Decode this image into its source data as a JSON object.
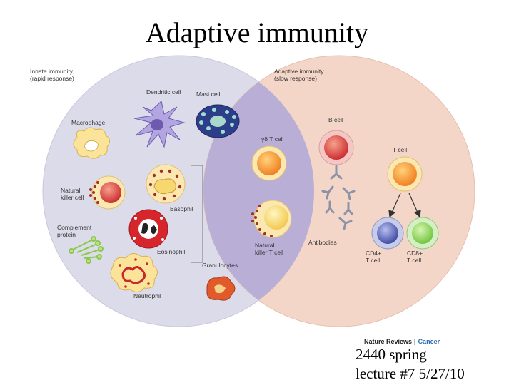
{
  "title": "Adaptive immunity",
  "diagram": {
    "innate_heading": [
      "Innate immunity",
      "(rapid response)"
    ],
    "adaptive_heading": [
      "Adaptive immunity",
      "(slow response)"
    ],
    "labels": {
      "dendritic_cell": "Dendritic cell",
      "mast_cell": "Mast cell",
      "macrophage": "Macrophage",
      "gamma_delta_t_cell": "γδ T cell",
      "b_cell": "B cell",
      "t_cell": "T cell",
      "natural_killer_cell": [
        "Natural",
        "killer cell"
      ],
      "basophil": "Basophil",
      "complement_protein": [
        "Complement",
        "protein"
      ],
      "eosinophil": "Eosinophil",
      "nkt_cell": [
        "Natural",
        "killer T cell"
      ],
      "antibodies": "Antibodies",
      "cd4_t_cell": [
        "CD4+",
        "T cell"
      ],
      "cd8_t_cell": [
        "CD8+",
        "T cell"
      ],
      "granulocytes": "Granulocytes",
      "neutrophil": "Neutrophil"
    },
    "credit_journal": "Nature Reviews",
    "credit_separator": "|",
    "credit_section": "Cancer"
  },
  "footer": {
    "line1": "2440 spring",
    "line2": "lecture #7  5/27/10"
  },
  "colors": {
    "innate_circle": "#dcdbe9",
    "adaptive_circle": "#f4d6c8",
    "overlap": "#b9afd6",
    "title": "#000000"
  }
}
